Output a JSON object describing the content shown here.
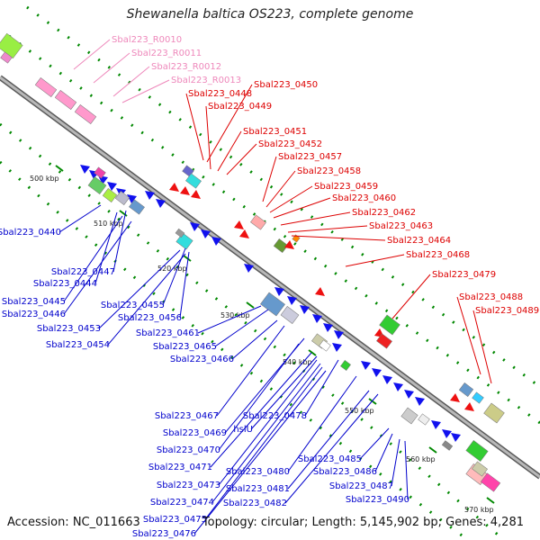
{
  "title": "Shewanella baltica OS223, complete genome",
  "accession_text": "Accession: NC_011663",
  "topology_text": "Topology: circular; Length: 5,145,902 bp; Genes: 4,281",
  "colors": {
    "rna_label": "#ee88bb",
    "forward_label": "#dd0000",
    "reverse_label": "#0000cc",
    "backbone": "#8a8a8a",
    "tick": "#008800"
  },
  "kbp_marks": [
    "500 kbp",
    "510 kbp",
    "520 kbp",
    "530 kbp",
    "540 kbp",
    "550 kbp",
    "560 kbp",
    "570 kbp"
  ],
  "rna_labels": [
    "Sbal223_R0010",
    "Sbal223_R0011",
    "Sbal223_R0012",
    "Sbal223_R0013"
  ],
  "forward_labels": [
    "Sbal223_0448",
    "Sbal223_0450",
    "Sbal223_0449",
    "Sbal223_0451",
    "Sbal223_0452",
    "Sbal223_0457",
    "Sbal223_0458",
    "Sbal223_0459",
    "Sbal223_0460",
    "Sbal223_0462",
    "Sbal223_0463",
    "Sbal223_0464",
    "Sbal223_0468",
    "Sbal223_0479",
    "Sbal223_0488",
    "Sbal223_0489"
  ],
  "reverse_labels": [
    "Sbal223_0440",
    "Sbal223_0447",
    "Sbal223_0444",
    "Sbal223_0445",
    "Sbal223_0446",
    "Sbal223_0453",
    "Sbal223_0454",
    "Sbal223_0455",
    "Sbal223_0456",
    "Sbal223_0461",
    "Sbal223_0465",
    "Sbal223_0466",
    "Sbal223_0467",
    "Sbal223_0469",
    "hslU",
    "Sbal223_0478",
    "Sbal223_0470",
    "Sbal223_0471",
    "Sbal223_0473",
    "Sbal223_0474",
    "Sbal223_0475",
    "Sbal223_0476",
    "Sbal223_0480",
    "Sbal223_0481",
    "Sbal223_0482",
    "Sbal223_0485",
    "Sbal223_0486",
    "Sbal223_0487",
    "Sbal223_0490"
  ]
}
